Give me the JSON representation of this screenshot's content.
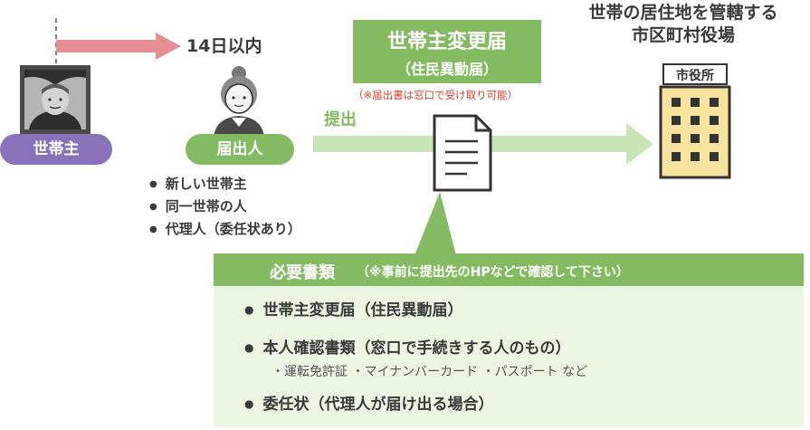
{
  "head_of_household": {
    "label": "世帯主"
  },
  "deadline": {
    "label": "14日以内"
  },
  "notifier": {
    "label": "届出人",
    "candidates": [
      "新しい世帯主",
      "同一世帯の人",
      "代理人（委任状あり）"
    ]
  },
  "document": {
    "title": "世帯主変更届",
    "subtitle": "（住民異動届）",
    "note": "（※届出書は窓口で受け取り可能）"
  },
  "submit": {
    "label": "提出"
  },
  "office": {
    "title_line1": "世帯の居住地を管轄する",
    "title_line2": "市区町村役場",
    "sign": "市役所"
  },
  "requirements": {
    "title": "必要書類",
    "note": "（※事前に提出先のHPなどで確認して下さい）",
    "items": [
      {
        "label": "世帯主変更届（住民異動届）"
      },
      {
        "label": "本人確認書類（窓口で手続きする人のもの）",
        "sub": "・運転免許証 ・マイナンバーカード ・パスポート など"
      },
      {
        "label": "委任状（代理人が届け出る場合）"
      }
    ]
  },
  "colors": {
    "accent_green": "#84bb62",
    "light_green": "#eaf6e2",
    "purple": "#8873bb",
    "pink_arrow": "#e58f95",
    "note_red": "#d2442f",
    "building_yellow": "#f7e29e"
  }
}
